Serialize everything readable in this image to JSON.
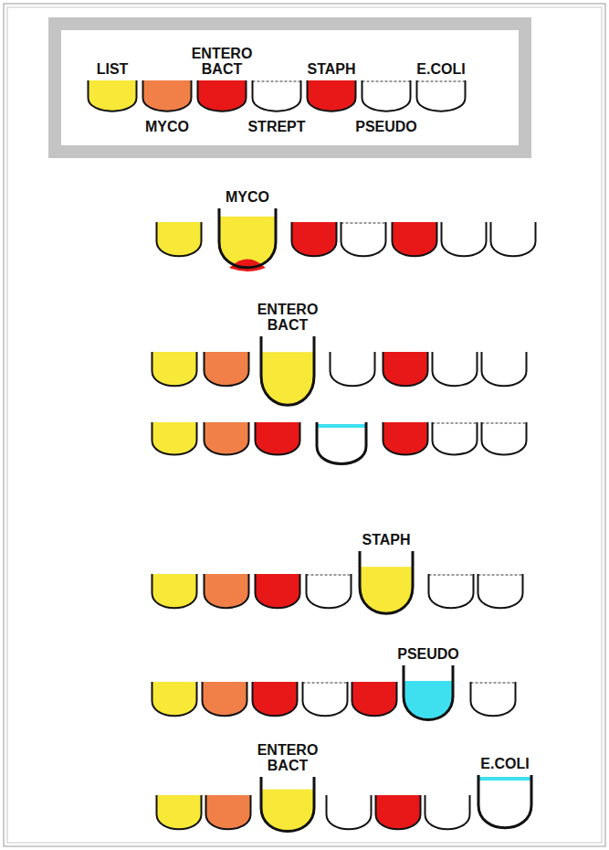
{
  "diagram": {
    "nodes": [
      {
        "text": [
          "LIST"
        ]
      },
      {
        "text": [
          "MYCO"
        ]
      },
      {
        "text": [
          "ENTERO BACT"
        ]
      },
      {
        "text": [
          "STREPT"
        ]
      },
      {
        "text": [
          "STAPH"
        ]
      },
      {
        "text": [
          "PSEUDO"
        ]
      },
      {
        "text": [
          "E.COLI"
        ]
      },
      {
        "text": [
          "MYCO"
        ]
      },
      {
        "text": [
          "ENTERO BACT"
        ]
      },
      {
        "text": [
          "STAPH"
        ]
      },
      {
        "text": [
          "PSEUDO"
        ]
      },
      {
        "text": [
          "ENTERO BACT"
        ]
      },
      {
        "text": [
          "E.COLI"
        ]
      }
    ]
  }
}
